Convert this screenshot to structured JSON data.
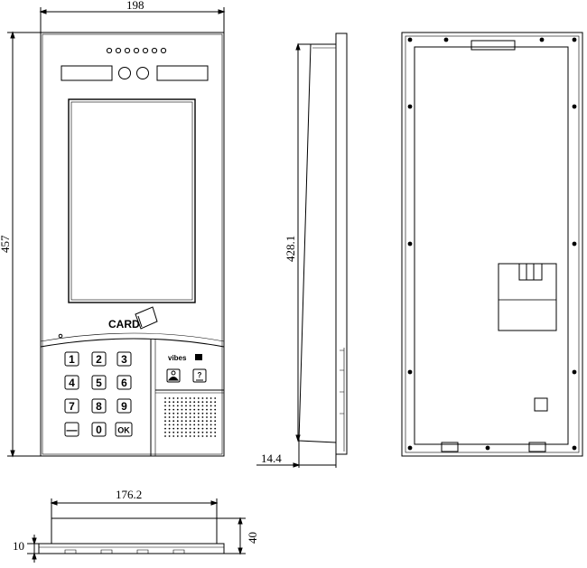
{
  "dimensions": {
    "front_width": "198",
    "front_height": "457",
    "side_height": "428.1",
    "side_depth": "14.4",
    "bottom_width": "176.2",
    "bottom_depth": "10",
    "bottom_height": "40"
  },
  "panel": {
    "card_label": "CARD",
    "brand_label": "vibes",
    "keypad": [
      "1",
      "2",
      "3",
      "4",
      "5",
      "6",
      "7",
      "8",
      "9",
      "—",
      "0",
      "OK"
    ]
  }
}
